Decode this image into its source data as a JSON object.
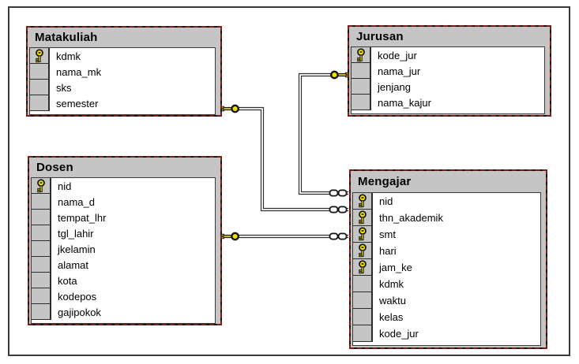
{
  "diagram": {
    "tables": [
      {
        "name": "Matakuliah",
        "fields": [
          {
            "name": "kdmk",
            "pk": true
          },
          {
            "name": "nama_mk",
            "pk": false
          },
          {
            "name": "sks",
            "pk": false
          },
          {
            "name": "semester",
            "pk": false
          }
        ]
      },
      {
        "name": "Jurusan",
        "fields": [
          {
            "name": "kode_jur",
            "pk": true
          },
          {
            "name": "nama_jur",
            "pk": false
          },
          {
            "name": "jenjang",
            "pk": false
          },
          {
            "name": "nama_kajur",
            "pk": false
          }
        ]
      },
      {
        "name": "Dosen",
        "fields": [
          {
            "name": "nid",
            "pk": true
          },
          {
            "name": "nama_d",
            "pk": false
          },
          {
            "name": "tempat_lhr",
            "pk": false
          },
          {
            "name": "tgl_lahir",
            "pk": false
          },
          {
            "name": "jkelamin",
            "pk": false
          },
          {
            "name": "alamat",
            "pk": false
          },
          {
            "name": "kota",
            "pk": false
          },
          {
            "name": "kodepos",
            "pk": false
          },
          {
            "name": "gajipokok",
            "pk": false
          }
        ]
      },
      {
        "name": "Mengajar",
        "fields": [
          {
            "name": "nid",
            "pk": true
          },
          {
            "name": "thn_akademik",
            "pk": true
          },
          {
            "name": "smt",
            "pk": true
          },
          {
            "name": "hari",
            "pk": true
          },
          {
            "name": "jam_ke",
            "pk": true
          },
          {
            "name": "kdmk",
            "pk": false
          },
          {
            "name": "waktu",
            "pk": false
          },
          {
            "name": "kelas",
            "pk": false
          },
          {
            "name": "kode_jur",
            "pk": false
          }
        ]
      }
    ],
    "relationships": [
      {
        "from_table": "Matakuliah",
        "from_end": "one-key",
        "to_table": "Mengajar",
        "to_end": "many"
      },
      {
        "from_table": "Jurusan",
        "from_end": "one-key",
        "to_table": "Mengajar",
        "to_end": "many"
      },
      {
        "from_table": "Dosen",
        "from_end": "one-key",
        "to_table": "Mengajar",
        "to_end": "many"
      }
    ],
    "colors": {
      "header_bg": "#c5c5c5",
      "table_border": "#161616",
      "selection_dash": "#cd2319",
      "key_fill": "#f0e000",
      "connector": "#2e2e2e",
      "background": "#ffffff"
    }
  }
}
